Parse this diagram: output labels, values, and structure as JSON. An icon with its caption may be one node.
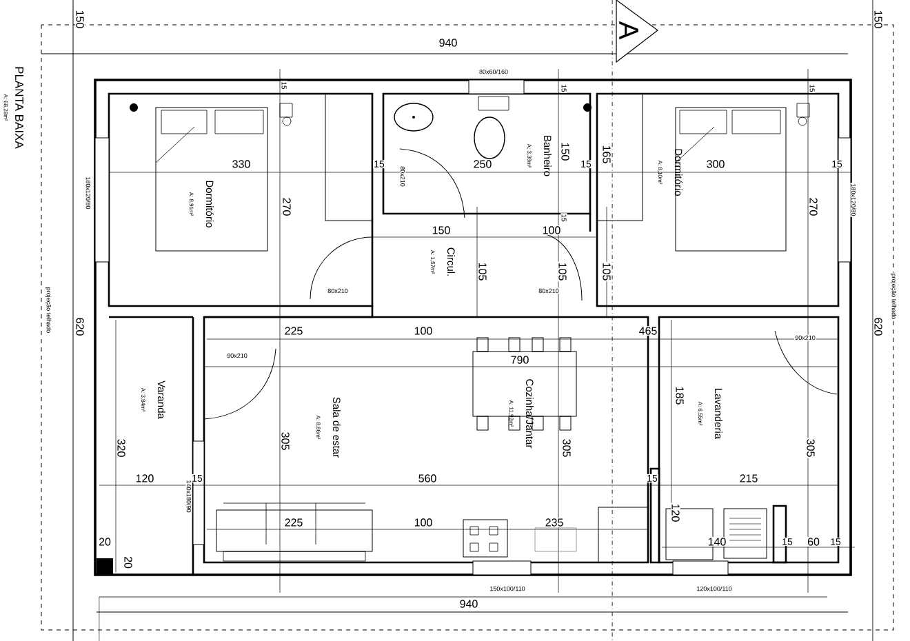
{
  "diagram": {
    "title": "PLANTA BAIXA",
    "nodes": [
      {
        "text": [
          "Dormitório",
          "A: 8,91m²"
        ]
      },
      {
        "text": [
          "Banheiro",
          "A: 3,38m²"
        ]
      },
      {
        "text": [
          "Circul.",
          "A: 1,57m²"
        ]
      },
      {
        "text": [
          "Dormitório",
          "A: 8,10m²"
        ]
      },
      {
        "text": [
          "Varanda",
          "A: 3,84m²"
        ]
      },
      {
        "text": [
          "Sala de estar",
          "A: 8,86m²"
        ]
      },
      {
        "text": [
          "Cozinha/Jantar",
          "A: 11,92m²"
        ]
      },
      {
        "text": [
          "Lavanderia",
          "A: 6,55m²"
        ]
      }
    ],
    "labels": [
      "A: 68,28m²",
      "150",
      "A",
      "150",
      "940",
      "80x60/160",
      "15",
      "15",
      "15",
      "180x120/80",
      "330",
      "15",
      "80x210",
      "250",
      "150",
      "15",
      "165",
      "300",
      "15",
      "180x120/80",
      "270",
      "270",
      "150",
      "15",
      "100",
      "105",
      "105",
      "105",
      "80x210",
      "80x210",
      "projeção telhado",
      "projeção telhado",
      "620",
      "620",
      "225",
      "100",
      "465",
      "90x210",
      "90x210",
      "790",
      "185",
      "320",
      "305",
      "305",
      "305",
      "120",
      "15",
      "560",
      "15",
      "215",
      "140x180/90",
      "225",
      "100",
      "235",
      "120",
      "20",
      "140",
      "15",
      "60",
      "15",
      "20",
      "150x100/110",
      "120x100/110",
      "940"
    ]
  }
}
